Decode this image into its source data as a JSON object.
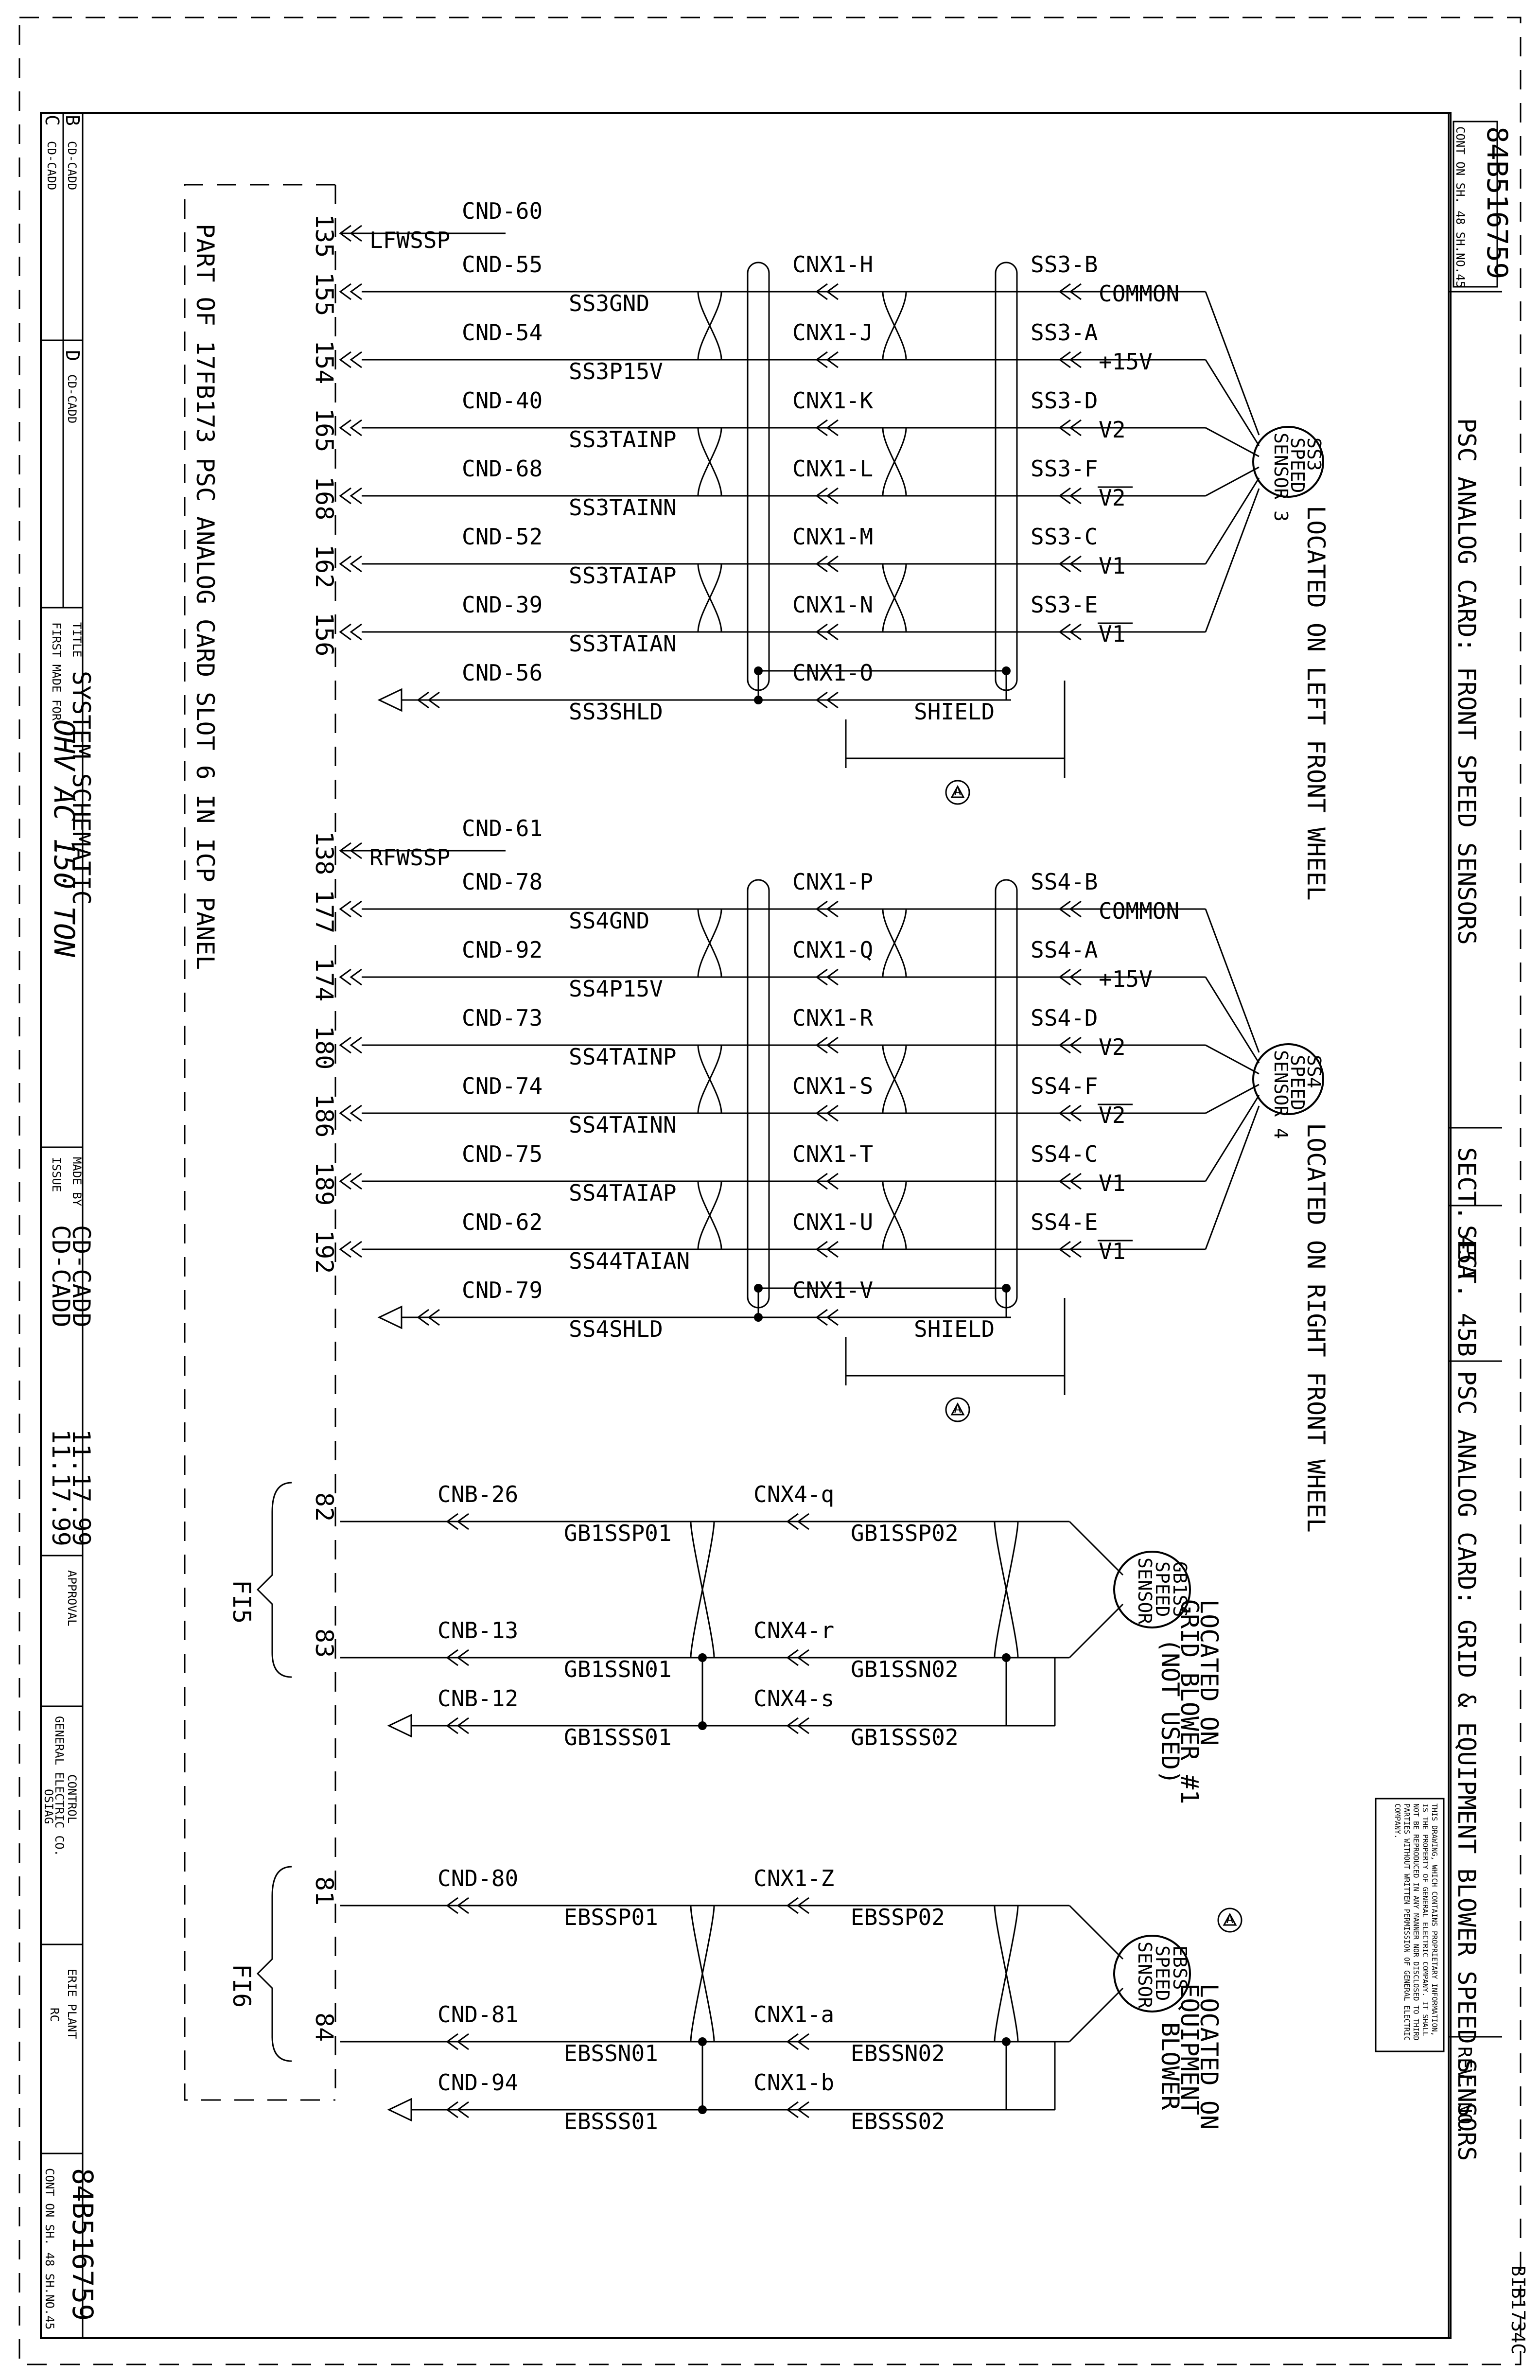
{
  "drawing": {
    "number": "84B516759",
    "cont_sheet": "CONT ON SH. 48  SH.NO.45",
    "stamp": "BIB1734C",
    "rc": "RC"
  },
  "sections": {
    "front": "PSC ANALOG CARD: FRONT SPEED SENSORS",
    "grid": "PSC ANALOG CARD: GRID & EQUIPMENT BLOWER SPEED SENSORS",
    "sect_a": "SECT. 45A",
    "sect_b": "SECT. 45B",
    "rev_no": "REV. NO."
  },
  "card_label": "PART OF 17FB173  PSC ANALOG CARD SLOT 6 IN ICP PANEL",
  "title_block": {
    "rev_b": "B",
    "rev_c": "C",
    "rev_d": "D",
    "rev_b_text": "CD-CADD",
    "rev_c_text": "CD-CADD",
    "rev_d_text": "CD-CADD",
    "title_label": "TITLE",
    "title": "SYSTEM SCHEMATIC",
    "first_made_label": "FIRST MADE FOR",
    "first_made": "OHV AC 150 TON",
    "made_by_label": "MADE BY",
    "made_by": "CD-CADD",
    "issue_label": "ISSUE",
    "issue": "CD-CADD",
    "date1": "11.17.99",
    "date2": "11.17.99",
    "approval": "APPROVAL",
    "control": "CONTROL",
    "company": "GENERAL ELECTRIC CO.",
    "osiag": "OSIAG",
    "erie": "ERIE PLANT",
    "proprietary": "THIS DRAWING, WHICH CONTAINS PROPRIETARY INFORMATION, IS THE PROPERTY OF GENERAL ELECTRIC COMPANY. IT SHALL NOT BE REPRODUCED IN ANY MANNER NOR DISCLOSED TO THIRD PARTIES WITHOUT WRITTEN PERMISSION OF GENERAL ELECTRIC COMPANY."
  },
  "ss3": {
    "pins": [
      "135",
      "155",
      "154",
      "165",
      "168",
      "162",
      "156"
    ],
    "top_cnd": "CND-60",
    "top_sig": "LFWSSP",
    "cnd": [
      "CND-55",
      "CND-54",
      "CND-40",
      "CND-68",
      "CND-52",
      "CND-39",
      "CND-56"
    ],
    "sig": [
      "SS3GND",
      "SS3P15V",
      "SS3TAINP",
      "SS3TAINN",
      "SS3TAIAP",
      "SS3TAIAN",
      "SS3SHLD"
    ],
    "cnx": [
      "CNX1-H",
      "CNX1-J",
      "CNX1-K",
      "CNX1-L",
      "CNX1-M",
      "CNX1-N",
      "CNX1-O"
    ],
    "ss": [
      "SS3-B",
      "SS3-A",
      "SS3-D",
      "SS3-F",
      "SS3-C",
      "SS3-E"
    ],
    "func": [
      "COMMON",
      "+15V",
      "V2",
      "V2",
      "V1",
      "V1"
    ],
    "shield": "SHIELD",
    "sensor": [
      "SS3",
      "SPEED",
      "SENSOR 3"
    ],
    "location": "LOCATED ON LEFT FRONT WHEEL",
    "note": "A"
  },
  "ss4": {
    "pins": [
      "138",
      "177",
      "174",
      "180",
      "186",
      "189",
      "192"
    ],
    "top_cnd": "CND-61",
    "top_sig": "RFWSSP",
    "cnd": [
      "CND-78",
      "CND-92",
      "CND-73",
      "CND-74",
      "CND-75",
      "CND-62",
      "CND-79"
    ],
    "sig": [
      "SS4GND",
      "SS4P15V",
      "SS4TAINP",
      "SS4TAINN",
      "SS4TAIAP",
      "SS44TAIAN",
      "SS4SHLD"
    ],
    "cnx": [
      "CNX1-P",
      "CNX1-Q",
      "CNX1-R",
      "CNX1-S",
      "CNX1-T",
      "CNX1-U",
      "CNX1-V"
    ],
    "ss": [
      "SS4-B",
      "SS4-A",
      "SS4-D",
      "SS4-F",
      "SS4-C",
      "SS4-E"
    ],
    "func": [
      "COMMON",
      "+15V",
      "V2",
      "V2",
      "V1",
      "V1"
    ],
    "shield": "SHIELD",
    "sensor": [
      "SS4",
      "SPEED",
      "SENSOR 4"
    ],
    "location": "LOCATED ON RIGHT FRONT WHEEL",
    "note": "A"
  },
  "gb": {
    "pins": [
      "82",
      "83"
    ],
    "fuse": "FI5",
    "cn": [
      "CNB-26",
      "CNB-13",
      "CNB-12"
    ],
    "sig1": [
      "GB1SSP01",
      "GB1SSN01",
      "GB1SSS01"
    ],
    "cnx": [
      "CNX4-q",
      "CNX4-r",
      "CNX4-s"
    ],
    "sig2": [
      "GB1SSP02",
      "GB1SSN02",
      "GB1SSS02"
    ],
    "sensor": [
      "GB1SS",
      "SPEED",
      "SENSOR"
    ],
    "location": [
      "LOCATED ON",
      "GRID BLOWER #1",
      "(NOT USED)"
    ]
  },
  "eb": {
    "pins": [
      "81",
      "84"
    ],
    "fuse": "FI6",
    "cn": [
      "CND-80",
      "CND-81",
      "CND-94"
    ],
    "sig1": [
      "EBSSP01",
      "EBSSN01",
      "EBSSS01"
    ],
    "cnx": [
      "CNX1-Z",
      "CNX1-a",
      "CNX1-b"
    ],
    "sig2": [
      "EBSSP02",
      "EBSSN02",
      "EBSSS02"
    ],
    "sensor": [
      "EBSS",
      "SPEED",
      "SENSOR"
    ],
    "location": [
      "LOCATED ON",
      "EQUIPMENT",
      "BLOWER"
    ],
    "note": "A"
  }
}
